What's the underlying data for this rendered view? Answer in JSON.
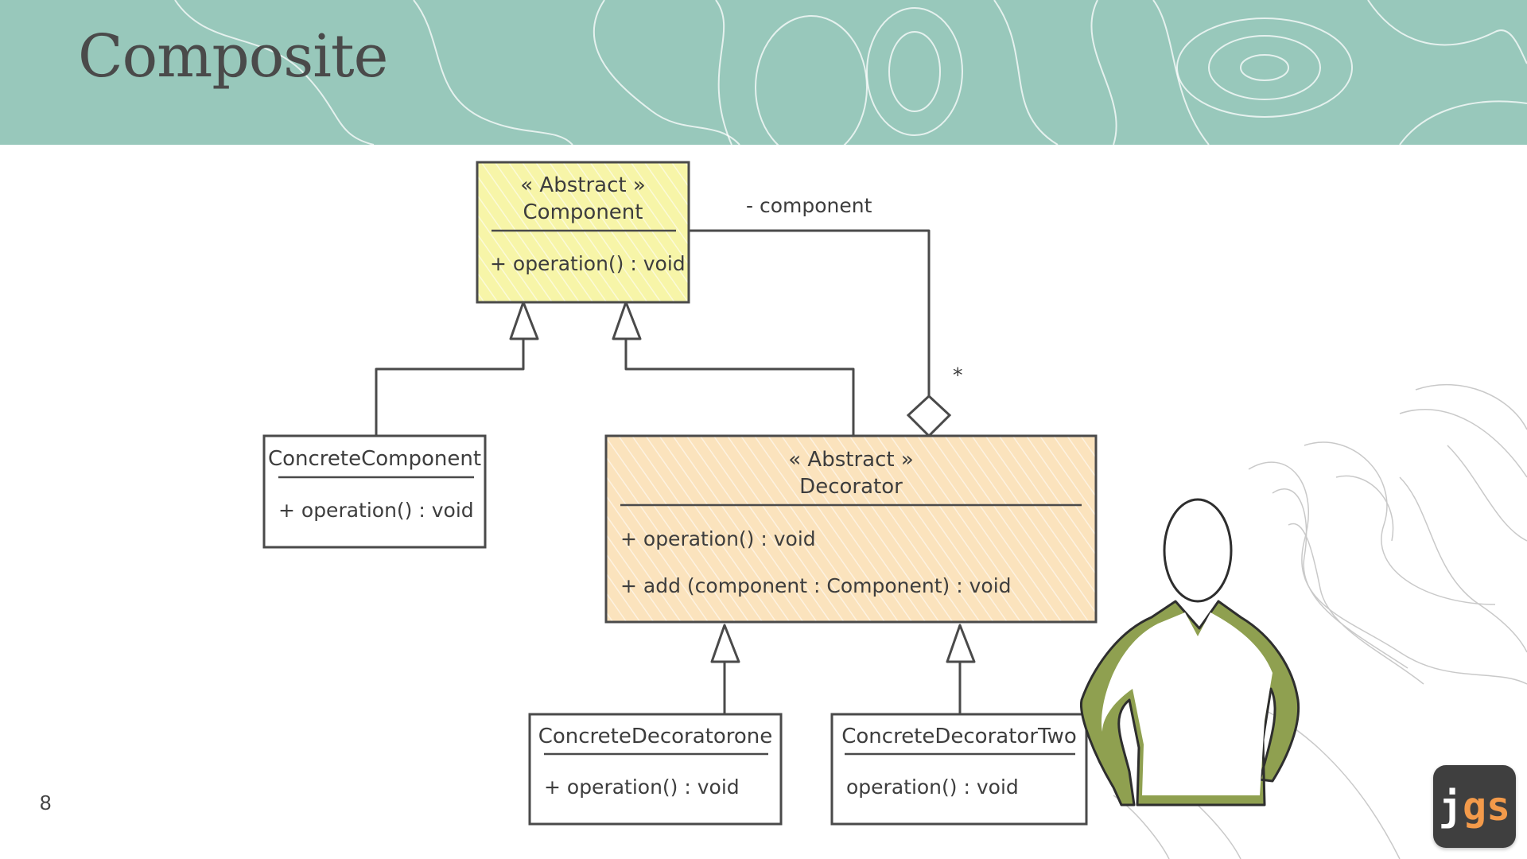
{
  "slide": {
    "title": "Composite",
    "page_number": "8",
    "logo_text_a": "j",
    "logo_text_b": "gs"
  },
  "colors": {
    "header_bg": "#98c8bb",
    "component_fill": "#f7f5a8",
    "decorator_fill": "#fbe3bd",
    "line": "#4a4a4a",
    "person_shirt_trim": "#8fa050"
  },
  "diagram": {
    "abstract_component": {
      "stereotype": "« Abstract »",
      "name": "Component",
      "operation": "+ operation() : void"
    },
    "concrete_component": {
      "name": "ConcreteComponent",
      "operation": "+ operation() : void"
    },
    "abstract_decorator": {
      "stereotype": "« Abstract »",
      "name": "Decorator",
      "operation1": "+ operation() : void",
      "operation2": "+ add (component : Component) : void"
    },
    "concrete_decorator_one": {
      "name": "ConcreteDecoratorone",
      "operation": "+ operation() : void"
    },
    "concrete_decorator_two": {
      "name": "ConcreteDecoratorTwo",
      "operation": "operation() : void"
    },
    "association_label": "- component",
    "multiplicity": "*"
  }
}
